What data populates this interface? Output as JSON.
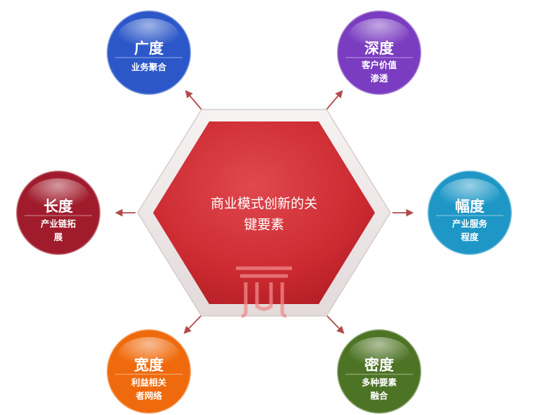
{
  "center": {
    "line1": "商业模式创新的关",
    "line2": "键要素"
  },
  "nodes": [
    {
      "id": "guangdu",
      "title": "广度",
      "lines": [
        "业务聚合"
      ],
      "color": "#2b57c8"
    },
    {
      "id": "shendu",
      "title": "深度",
      "lines": [
        "客户价值",
        "渗透"
      ],
      "color": "#7a3cc0"
    },
    {
      "id": "fudu",
      "title": "幅度",
      "lines": [
        "产业服务",
        "程度"
      ],
      "color": "#1e97c6"
    },
    {
      "id": "midu",
      "title": "密度",
      "lines": [
        "多种要素",
        "融合"
      ],
      "color": "#4d7324"
    },
    {
      "id": "kuandu",
      "title": "宽度",
      "lines": [
        "利益相关",
        "者网络"
      ],
      "color": "#ef6a0c"
    },
    {
      "id": "changdu",
      "title": "长度",
      "lines": [
        "产业链拓",
        "展"
      ],
      "color": "#a01c2c"
    }
  ],
  "colors": {
    "hex_fill": "#d8343b",
    "hex_frame": "#f2ecec",
    "arrow": "#b24a4a"
  }
}
